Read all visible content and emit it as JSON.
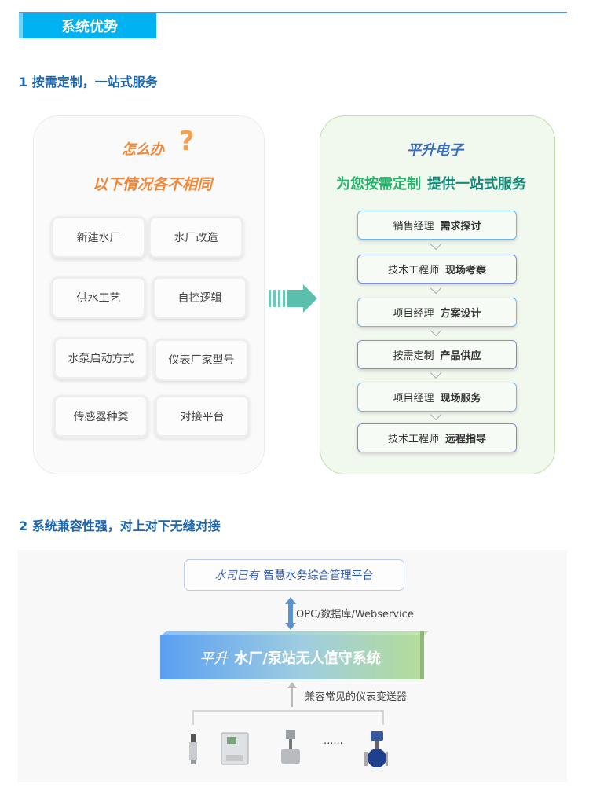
{
  "header": {
    "title": "系统优势"
  },
  "section1": {
    "title": "1 按需定制，一站式服务",
    "left": {
      "question": "怎么办",
      "question_mark": "?",
      "subtitle": "以下情况各不相同",
      "options": [
        "新建水厂",
        "水厂改造",
        "供水工艺",
        "自控逻辑",
        "水泵启动方式",
        "仪表厂家型号",
        "传感器种类",
        "对接平台"
      ]
    },
    "right": {
      "brand": "平升电子",
      "slogan_a": "为您按需定制",
      "slogan_b": "提供一站式服务",
      "steps": [
        {
          "role": "销售经理",
          "task": "需求探讨"
        },
        {
          "role": "技术工程师",
          "task": "现场考察"
        },
        {
          "role": "项目经理",
          "task": "方案设计"
        },
        {
          "role": "按需定制",
          "task": "产品供应"
        },
        {
          "role": "项目经理",
          "task": "现场服务"
        },
        {
          "role": "技术工程师",
          "task": "远程指导"
        }
      ]
    }
  },
  "section2": {
    "title": "2 系统兼容性强，对上对下无缝对接",
    "platform": {
      "prefix": "水司已有",
      "name": "智慧水务综合管理平台"
    },
    "protocol": "OPC/数据库/Webservice",
    "system": {
      "prefix": "平升",
      "name": "水厂/泵站无人值守系统"
    },
    "compat": "兼容常见的仪表变送器",
    "ellipsis": "......"
  },
  "colors": {
    "accent": "#00b2f2",
    "heading": "#1b66b0",
    "orange": "#f0883a",
    "green": "#27b36b"
  }
}
